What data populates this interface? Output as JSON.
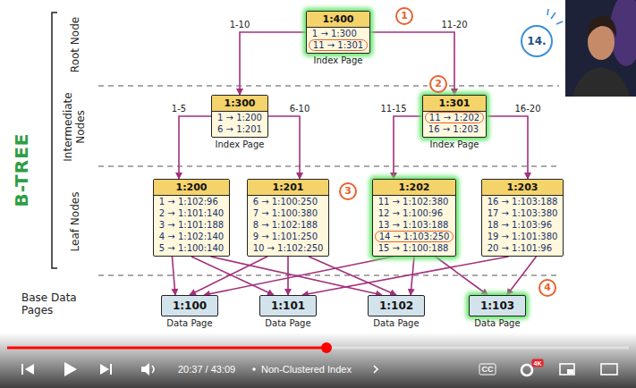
{
  "diagram": {
    "nodes": [
      {
        "text": [
          "1:400",
          "1 → 1:300",
          "11 → 1:301",
          "Index Page"
        ]
      },
      {
        "text": [
          "1:300",
          "1 → 1:200",
          "6 → 1:201",
          "Index Page"
        ]
      },
      {
        "text": [
          "1:301",
          "11 → 1:202",
          "16 → 1:203",
          "Index Page"
        ]
      },
      {
        "text": [
          "1:200",
          "1 → 1:102:96",
          "2 → 1:101:140",
          "3 → 1:101:188",
          "4 → 1:102:140",
          "5 → 1:100:140"
        ]
      },
      {
        "text": [
          "1:201",
          "6 → 1:100:250",
          "7 → 1:100:380",
          "8 → 1:102:188",
          "9 → 1:101:250",
          "10 → 1:102:250"
        ]
      },
      {
        "text": [
          "1:202",
          "11 → 1:102:380",
          "12 → 1:100:96",
          "13 → 1:103:188",
          "14 → 1:103:250",
          "15 → 1:100:188"
        ]
      },
      {
        "text": [
          "1:203",
          "16 → 1:103:188",
          "17 → 1:103:380",
          "18 → 1:103:96",
          "19 → 1:101:380",
          "20 → 1:101:96"
        ]
      },
      {
        "text": [
          "1:100",
          "Data Page"
        ]
      },
      {
        "text": [
          "1:101",
          "Data Page"
        ]
      },
      {
        "text": [
          "1:102",
          "Data Page"
        ]
      },
      {
        "text": [
          "1:103",
          "Data Page"
        ]
      }
    ],
    "edges": [
      {
        "from": 0,
        "to": 1,
        "label": "1-10",
        "arrow": "to"
      },
      {
        "from": 0,
        "to": 2,
        "label": "11-20",
        "arrow": "to"
      },
      {
        "from": 1,
        "to": 3,
        "label": "1-5",
        "arrow": "to"
      },
      {
        "from": 1,
        "to": 4,
        "label": "6-10",
        "arrow": "to"
      },
      {
        "from": 2,
        "to": 5,
        "label": "11-15",
        "arrow": "to"
      },
      {
        "from": 2,
        "to": 6,
        "label": "16-20",
        "arrow": "to"
      },
      {
        "from": 3,
        "to": 7,
        "arrow": "to"
      },
      {
        "from": 3,
        "to": 8,
        "arrow": "to"
      },
      {
        "from": 3,
        "to": 9,
        "arrow": "to"
      },
      {
        "from": 4,
        "to": 7,
        "arrow": "to"
      },
      {
        "from": 4,
        "to": 8,
        "arrow": "to"
      },
      {
        "from": 4,
        "to": 9,
        "arrow": "to"
      },
      {
        "from": 5,
        "to": 7,
        "arrow": "to"
      },
      {
        "from": 5,
        "to": 9,
        "arrow": "to"
      },
      {
        "from": 5,
        "to": 10,
        "arrow": "to"
      },
      {
        "from": 6,
        "to": 8,
        "arrow": "to"
      },
      {
        "from": 6,
        "to": 10,
        "arrow": "to"
      }
    ],
    "labels": [
      "B-TREE",
      "Root Node",
      "Intermediate Nodes",
      "Leaf Nodes",
      "Base Data Pages",
      "1",
      "2",
      "3",
      "4",
      "14.",
      "20:37 / 43:09",
      "Non-Clustered Index",
      "CC",
      "4K"
    ]
  }
}
